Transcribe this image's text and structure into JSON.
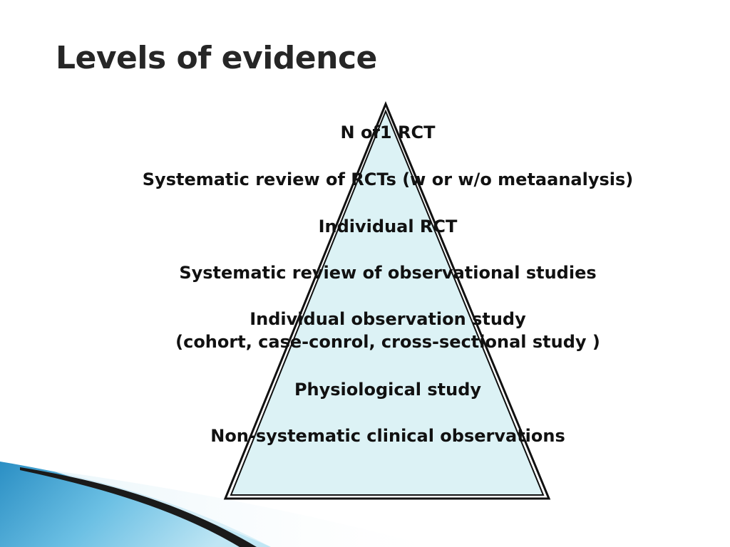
{
  "slide": {
    "title": "Levels of evidence"
  },
  "pyramid": {
    "fill_color": "#dcf2f5",
    "stroke_color": "#111111",
    "levels": [
      {
        "label": "N of1 RCT"
      },
      {
        "label": "Systematic review of RCTs (w or w/o metaanalysis)"
      },
      {
        "label": "Individual RCT"
      },
      {
        "label": "Systematic review of observational studies"
      },
      {
        "label": "Individual observation study",
        "sublabel": "(cohort, case-conrol, cross-sectional study )"
      },
      {
        "label": "Physiological study"
      },
      {
        "label": "Non-systematic clinical observations"
      }
    ]
  },
  "theme": {
    "accent_blue": "#2b8fc4",
    "accent_light": "#7cc8e6",
    "stripe_dark": "#1a1a1a"
  }
}
